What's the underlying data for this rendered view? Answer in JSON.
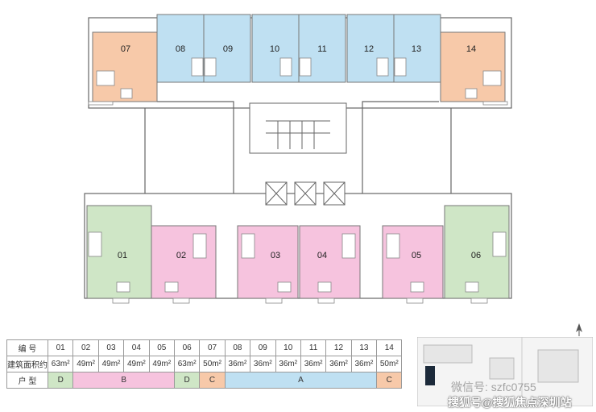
{
  "units": {
    "u01": "01",
    "u02": "02",
    "u03": "03",
    "u04": "04",
    "u05": "05",
    "u06": "06",
    "u07": "07",
    "u08": "08",
    "u09": "09",
    "u10": "10",
    "u11": "11",
    "u12": "12",
    "u13": "13",
    "u14": "14"
  },
  "table": {
    "number_header": "编 号",
    "area_header": "建筑面积约",
    "type_header": "户 型",
    "numbers": [
      "01",
      "02",
      "03",
      "04",
      "05",
      "06",
      "07",
      "08",
      "09",
      "10",
      "11",
      "12",
      "13",
      "14"
    ],
    "areas": [
      "63m²",
      "49m²",
      "49m²",
      "49m²",
      "49m²",
      "63m²",
      "50m²",
      "36m²",
      "36m²",
      "36m²",
      "36m²",
      "36m²",
      "36m²",
      "50m²"
    ],
    "types": [
      {
        "label": "D",
        "span": 1,
        "class": "typeD"
      },
      {
        "label": "B",
        "span": 4,
        "class": "typeB"
      },
      {
        "label": "D",
        "span": 1,
        "class": "typeD"
      },
      {
        "label": "C",
        "span": 1,
        "class": "typeC"
      },
      {
        "label": "A",
        "span": 6,
        "class": "typeA"
      },
      {
        "label": "C",
        "span": 1,
        "class": "typeC"
      }
    ]
  },
  "colors": {
    "typeA": "#bfe0f2",
    "typeB": "#f6c3de",
    "typeC": "#f7c9a9",
    "typeD": "#cfe6c6"
  },
  "watermark": {
    "line1": "微信号: szfc0755",
    "line2": "搜狐号@搜狐焦点深圳站"
  }
}
